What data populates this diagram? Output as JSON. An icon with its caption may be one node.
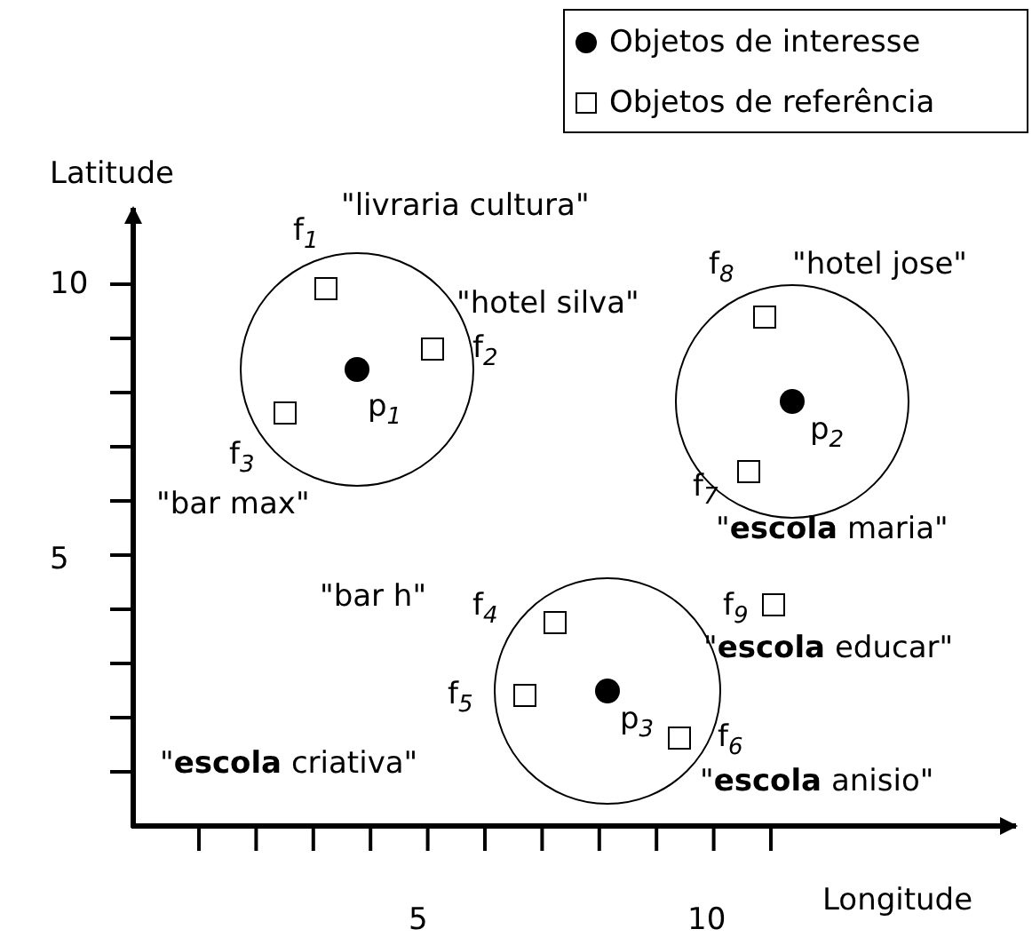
{
  "diagram": {
    "nodes": [
      {
        "text": [
          "p$_{1}$"
        ]
      },
      {
        "text": [
          "\"livraria cultura\"",
          "f$_{1}$"
        ],
        "in": 0
      },
      {
        "text": [
          "\"hotel silva\"",
          "f$_{2}$"
        ],
        "in": 0
      },
      {
        "text": [
          "f$_{3}$",
          "\"bar max\""
        ],
        "in": 0
      },
      {
        "text": [
          "p$_{2}$"
        ]
      },
      {
        "text": [
          "f$_{8}$",
          "\"hotel jose\""
        ],
        "in": 4
      },
      {
        "text": [
          "f$_{7}$",
          "\"**escola** maria\""
        ],
        "in": 4
      },
      {
        "text": [
          "p$_{3}$"
        ]
      },
      {
        "text": [
          "\"bar h\"",
          "f$_{4}$"
        ],
        "in": 7
      },
      {
        "text": [
          "f$_{5}$",
          "\"**escola** criativa\""
        ],
        "in": 7
      },
      {
        "text": [
          "f$_{6}$",
          "\"**escola** anisio\""
        ],
        "in": 7
      },
      {
        "text": [
          "f$_{9}$",
          "\"**escola** educar\""
        ]
      }
    ],
    "labels": [
      "Latitude",
      "10",
      "5",
      "Longitude",
      "5",
      "10"
    ],
    "legend": [
      {
        "text": "Objetos de interesse"
      },
      {
        "text": "Objetos de referência"
      }
    ]
  }
}
